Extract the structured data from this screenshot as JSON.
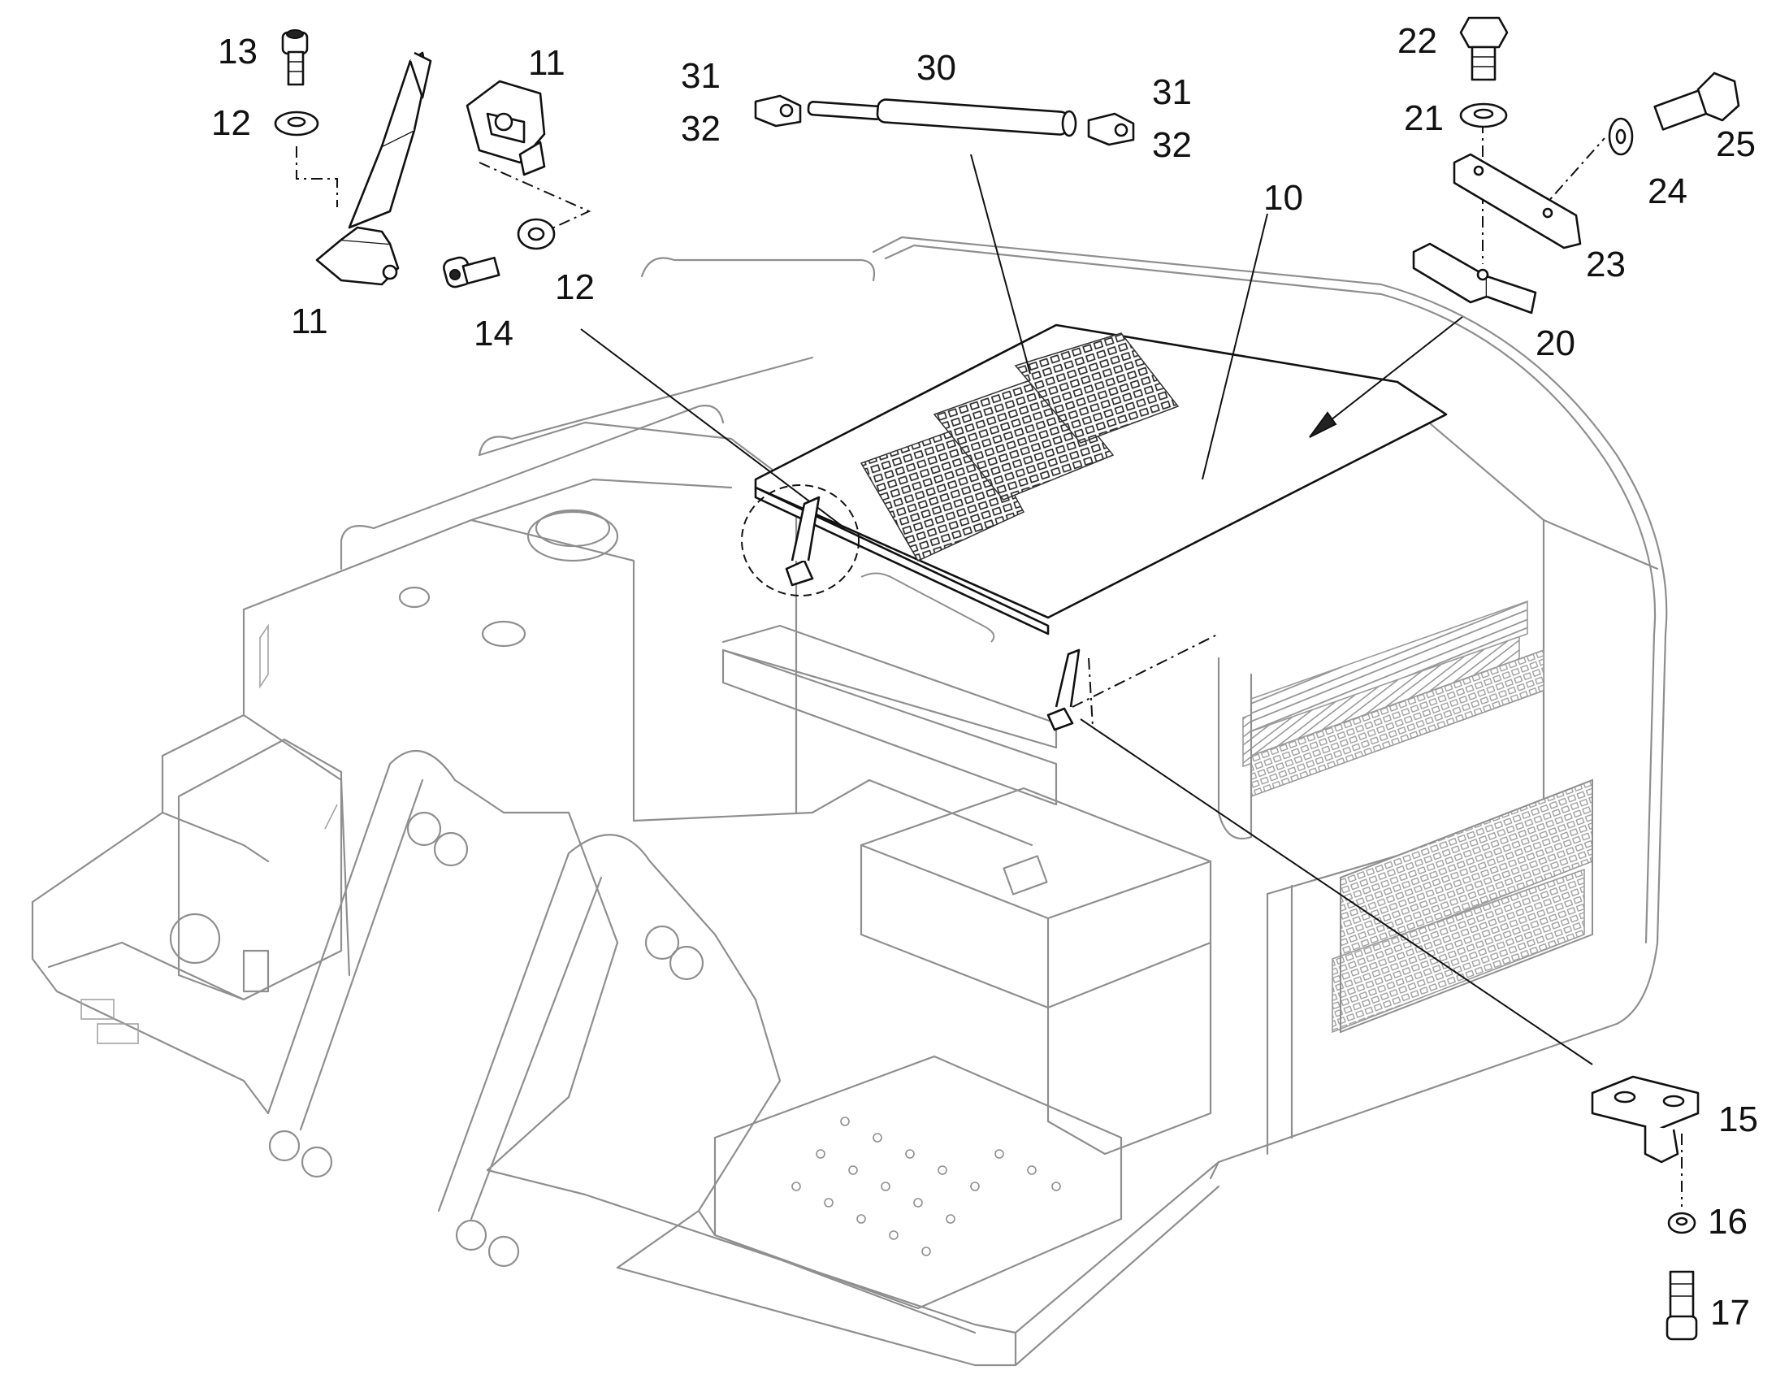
{
  "callouts": [
    {
      "id": "c13",
      "text": "13"
    },
    {
      "id": "c12a",
      "text": "12"
    },
    {
      "id": "c11a",
      "text": "11"
    },
    {
      "id": "c11b",
      "text": "11"
    },
    {
      "id": "c14",
      "text": "14"
    },
    {
      "id": "c12b",
      "text": "12"
    },
    {
      "id": "c31a",
      "text": "31"
    },
    {
      "id": "c32a",
      "text": "32"
    },
    {
      "id": "c30",
      "text": "30"
    },
    {
      "id": "c31b",
      "text": "31"
    },
    {
      "id": "c32b",
      "text": "32"
    },
    {
      "id": "c10",
      "text": "10"
    },
    {
      "id": "c22",
      "text": "22"
    },
    {
      "id": "c21",
      "text": "21"
    },
    {
      "id": "c25",
      "text": "25"
    },
    {
      "id": "c24",
      "text": "24"
    },
    {
      "id": "c23",
      "text": "23"
    },
    {
      "id": "c20",
      "text": "20"
    },
    {
      "id": "c15",
      "text": "15"
    },
    {
      "id": "c16",
      "text": "16"
    },
    {
      "id": "c17",
      "text": "17"
    }
  ]
}
